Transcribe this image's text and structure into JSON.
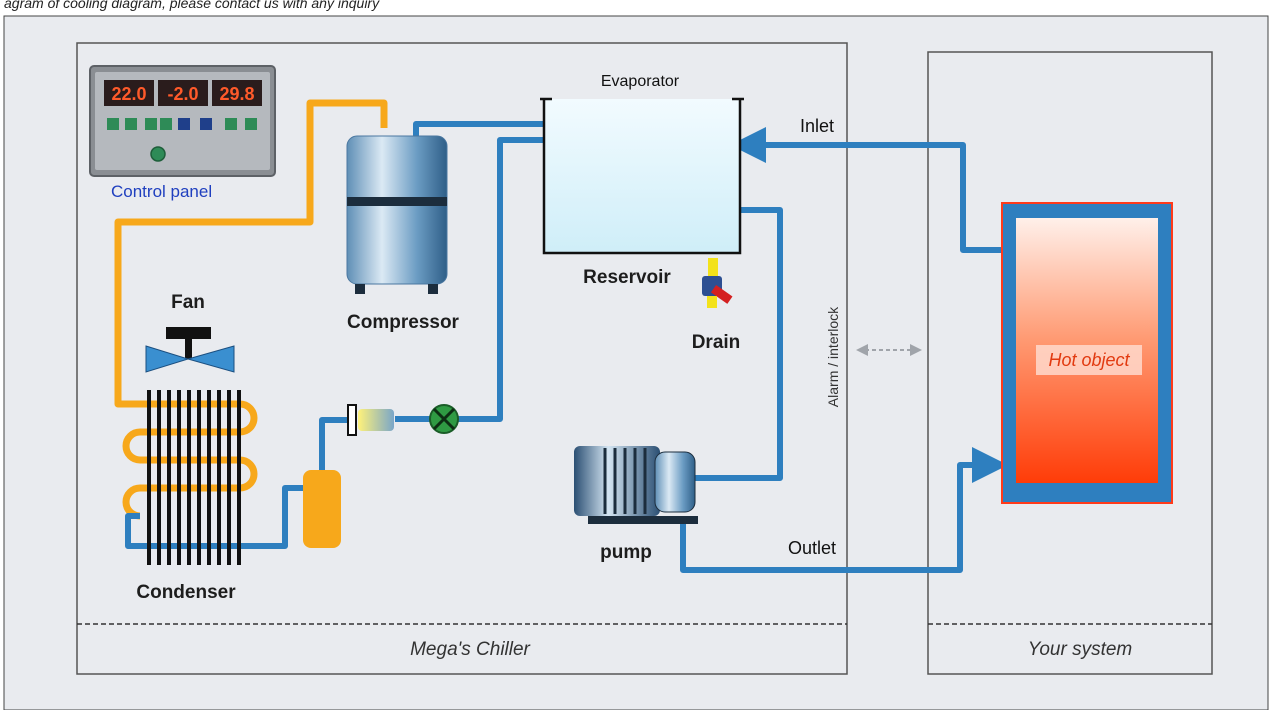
{
  "header_text": "agram of cooling diagram, please contact us with any inquiry",
  "control_panel": {
    "label": "Control panel",
    "displays": [
      "22.0",
      "-2.0",
      "29.8"
    ]
  },
  "labels": {
    "evaporator": "Evaporator",
    "reservoir": "Reservoir",
    "drain": "Drain",
    "compressor": "Compressor",
    "fan": "Fan",
    "condenser": "Condenser",
    "pump": "pump",
    "inlet": "Inlet",
    "outlet": "Outlet",
    "alarm": "Alarm / interlock",
    "hot_object": "Hot object"
  },
  "sections": {
    "chiller": "Mega's Chiller",
    "system": "Your system"
  },
  "colors": {
    "refrigerant": "#f7a81b",
    "water": "#2e7fbf",
    "hot_top": "#ffe8e0",
    "hot_bottom": "#ff4a10",
    "background": "#e9ebef"
  }
}
